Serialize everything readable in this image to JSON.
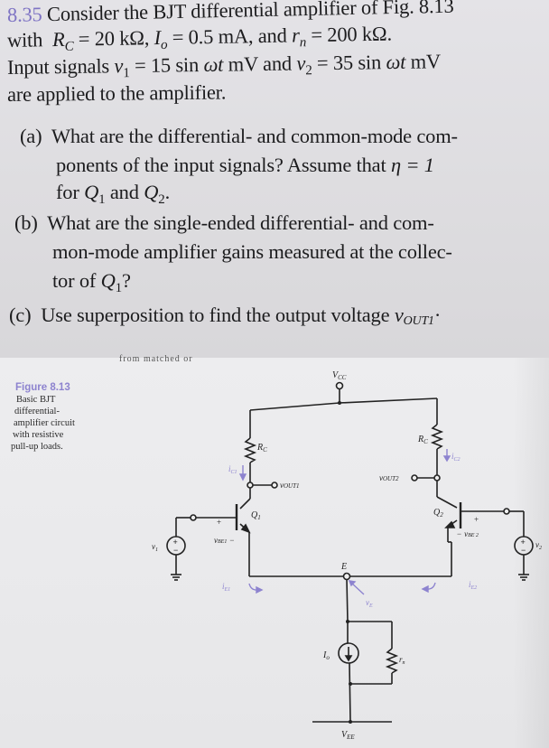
{
  "problem": {
    "number": "8.35",
    "line1": "Consider the BJT differential amplifier of Fig. 8.13",
    "line2": {
      "prefix": "with",
      "rc_sym": "R",
      "rc_sub": "C",
      "rc_val": "= 20 kΩ,",
      "io_sym": "I",
      "io_sub": "o",
      "io_val": "= 0.5 mA, and",
      "rn_sym": "r",
      "rn_sub": "n",
      "rn_val": "= 200 kΩ."
    },
    "line3": {
      "prefix": "Input signals",
      "v1_sym": "v",
      "v1_sub": "1",
      "v1_val": "= 15 sin",
      "wt1": "ωt",
      "unit1": "mV and",
      "v2_sym": "v",
      "v2_sub": "2",
      "v2_val": "= 35 sin",
      "wt2": "ωt",
      "unit2": "mV"
    },
    "line4": "are applied to the amplifier.",
    "parts": [
      {
        "label": "(a)",
        "lines": [
          "What are the differential- and common-mode com-",
          "ponents of the input signals? Assume that",
          "for"
        ],
        "eta": "η = 1",
        "q1": "Q",
        "q1_sub": "1",
        "and": "and",
        "q2": "Q",
        "q2_sub": "2",
        "end": "."
      },
      {
        "label": "(b)",
        "lines": [
          "What are the single-ended differential- and com-",
          "mon-mode amplifier gains measured at the collec-",
          "tor of"
        ],
        "q": "Q",
        "q_sub": "1",
        "end": "?"
      },
      {
        "label": "(c)",
        "text": "Use superposition to find the output voltage",
        "v": "v",
        "v_sub": "OUT1",
        "end": "·"
      }
    ]
  },
  "page_fragment": "from matched or",
  "figure": {
    "title": "Figure 8.13",
    "caption_lines": [
      "Basic BJT",
      "differential-",
      "amplifier circuit",
      "with resistive",
      "pull-up loads."
    ],
    "labels": {
      "vcc": "V",
      "vcc_sub": "CC",
      "rc_left": "R",
      "rc_left_sub": "C",
      "rc_right": "R",
      "rc_right_sub": "C",
      "ic1": "i",
      "ic1_sub": "C1",
      "ic2": "i",
      "ic2_sub": "C2",
      "vout1": "v",
      "vout1_sub": "OUT1",
      "vout2": "v",
      "vout2_sub": "OUT2",
      "q1": "Q",
      "q1_sub": "1",
      "q2": "Q",
      "q2_sub": "2",
      "vbe1": "v",
      "vbe1_sub": "BE1",
      "vbe2": "v",
      "vbe2_sub": "BE 2",
      "plus": "+",
      "minus": "−",
      "v1": "v",
      "v1_sub": "1",
      "v2": "v",
      "v2_sub": "2",
      "ie1": "i",
      "ie1_sub": "E1",
      "ie2": "i",
      "ie2_sub": "E2",
      "e_node": "E",
      "ve": "v",
      "ve_sub": "E",
      "io": "I",
      "io_sub": "o",
      "rn": "r",
      "rn_sub": "n",
      "vee": "V",
      "vee_sub": "EE"
    },
    "colors": {
      "ink": "#222222",
      "annotation": "#8d83cf",
      "problem_number": "#7f74c4"
    }
  }
}
